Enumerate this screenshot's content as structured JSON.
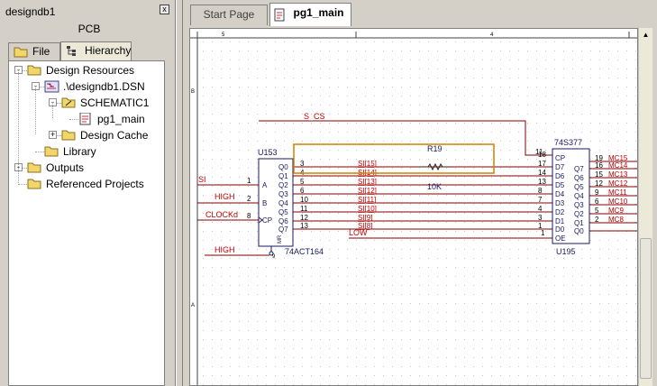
{
  "panel": {
    "title": "designdb1",
    "close_glyph": "x",
    "section_label": "PCB",
    "tabs": [
      {
        "label": "File",
        "icon": "folder-icon"
      },
      {
        "label": "Hierarchy",
        "icon": "hierarchy-icon"
      }
    ],
    "tree": [
      {
        "label": "Design Resources",
        "icon": "folder-icon",
        "expander": "-"
      },
      {
        "label": ".\\designdb1.DSN",
        "icon": "dsn-icon",
        "expander": "-"
      },
      {
        "label": "SCHEMATIC1",
        "icon": "schematic-folder-icon",
        "expander": "-"
      },
      {
        "label": "pg1_main",
        "icon": "page-icon",
        "expander": ""
      },
      {
        "label": "Design Cache",
        "icon": "folder-icon",
        "expander": "+"
      },
      {
        "label": "Library",
        "icon": "folder-icon",
        "expander": ""
      },
      {
        "label": "Outputs",
        "icon": "folder-icon",
        "expander": "-"
      },
      {
        "label": "Referenced Projects",
        "icon": "folder-icon",
        "expander": ""
      }
    ]
  },
  "editor": {
    "tabs": [
      {
        "label": "Start Page",
        "active": false
      },
      {
        "label": "pg1_main",
        "active": true
      }
    ]
  },
  "schematic": {
    "border_col_labels": [
      "5",
      "4"
    ],
    "border_row_labels": [
      "B",
      "A"
    ],
    "net_cs": "S_CS",
    "u153": {
      "ref": "U153",
      "part": "74ACT164",
      "left_pins": [
        {
          "num": "1",
          "name": "A",
          "net": "SI"
        },
        {
          "num": "2",
          "name": "B",
          "net": "HIGH"
        },
        {
          "num": "8",
          "name": "CP",
          "net": "CLOCKd"
        }
      ],
      "clear_net": "HIGH",
      "clear_num": "9",
      "mr_label": "MR",
      "right_pins": [
        {
          "name": "Q0",
          "num": "3",
          "net": "SI[15]"
        },
        {
          "name": "Q1",
          "num": "4",
          "net": "SI[14]"
        },
        {
          "name": "Q2",
          "num": "5",
          "net": "SI[13]"
        },
        {
          "name": "Q3",
          "num": "6",
          "net": "SI[12]"
        },
        {
          "name": "Q4",
          "num": "10",
          "net": "SI[11]"
        },
        {
          "name": "Q5",
          "num": "11",
          "net": "SI[10]"
        },
        {
          "name": "Q6",
          "num": "12",
          "net": "SI[9]"
        },
        {
          "name": "Q7",
          "num": "13",
          "net": "SI[8]"
        }
      ]
    },
    "r19": {
      "ref": "R19",
      "value": "10K"
    },
    "net_low": "LOW",
    "u195": {
      "ref": "U195",
      "part": "74S377",
      "cp_num": "11",
      "oe_num": "1",
      "left_pins": [
        {
          "num": "18",
          "name": "CP"
        },
        {
          "num": "17",
          "name": "D7"
        },
        {
          "num": "14",
          "name": "D6"
        },
        {
          "num": "13",
          "name": "D5"
        },
        {
          "num": "8",
          "name": "D4"
        },
        {
          "num": "7",
          "name": "D3"
        },
        {
          "num": "4",
          "name": "D2"
        },
        {
          "num": "3",
          "name": "D1"
        },
        {
          "num": "1",
          "name": "D0"
        },
        {
          "num": "",
          "name": "OE"
        }
      ],
      "right_pins": [
        {
          "name": "",
          "num": "19",
          "net": "MC15"
        },
        {
          "name": "Q7",
          "num": "16",
          "net": "MC14"
        },
        {
          "name": "Q6",
          "num": "15",
          "net": "MC13"
        },
        {
          "name": "Q5",
          "num": "12",
          "net": "MC12"
        },
        {
          "name": "Q4",
          "num": "9",
          "net": "MC11"
        },
        {
          "name": "Q3",
          "num": "6",
          "net": "MC10"
        },
        {
          "name": "Q2",
          "num": "5",
          "net": "MC9"
        },
        {
          "name": "Q1",
          "num": "2",
          "net": "MC8"
        },
        {
          "name": "Q0",
          "num": "",
          "net": ""
        }
      ]
    }
  }
}
